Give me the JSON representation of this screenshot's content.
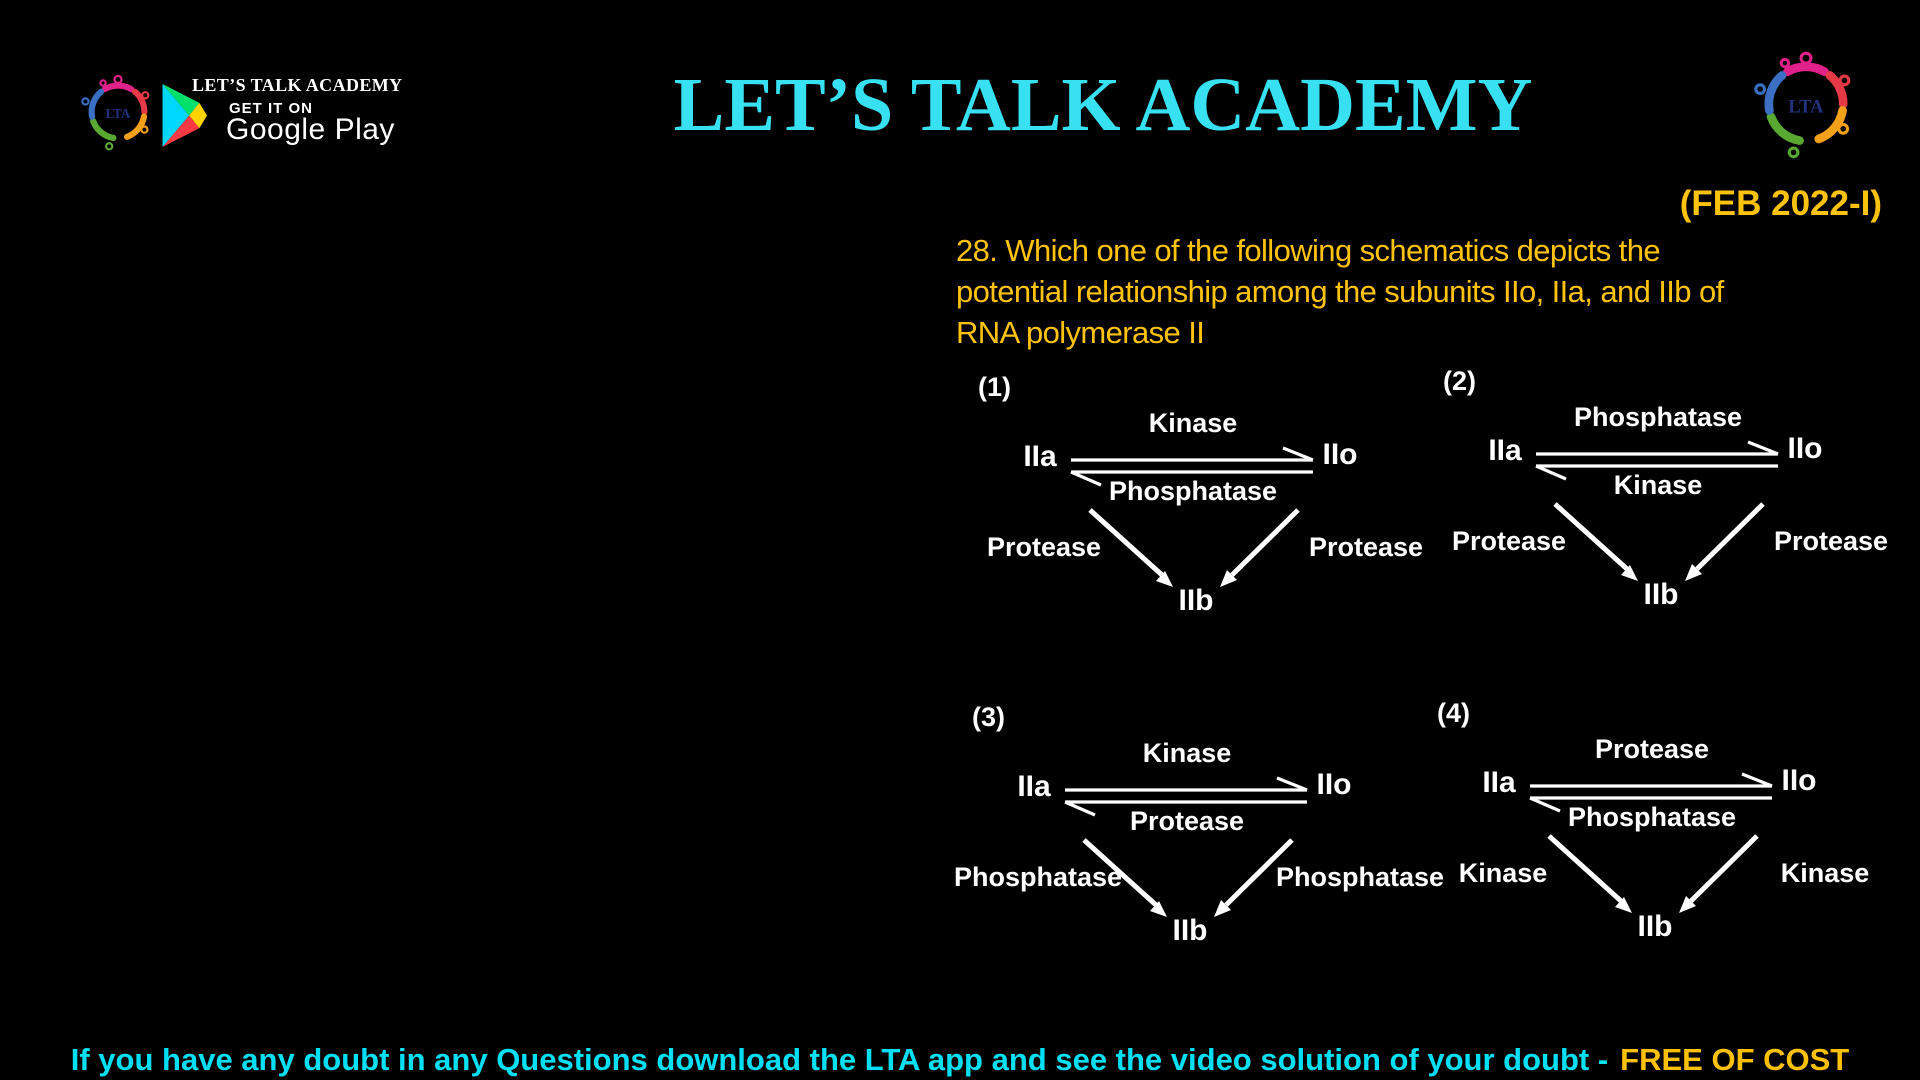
{
  "header": {
    "title": "LET’S TALK ACADEMY",
    "logo": {
      "text": "LTA"
    },
    "badge": {
      "academy_label": "LET’S TALK ACADEMY",
      "get_it_on": "GET IT ON",
      "store_name": "Google Play"
    }
  },
  "exam_tag": "(FEB 2022-I)",
  "question": {
    "lines": [
      "28. Which one of the following schematics depicts the",
      "potential relationship among the subunits IIo, IIa, and IIb of",
      "RNA polymerase II"
    ]
  },
  "diagrams": [
    {
      "number": "(1)",
      "node_left": "IIa",
      "node_right": "IIo",
      "node_bottom": "IIb",
      "enzyme_top": "Kinase",
      "enzyme_bottom": "Phosphatase",
      "enzyme_left_diagonal": "Protease",
      "enzyme_right_diagonal": "Protease"
    },
    {
      "number": "(2)",
      "node_left": "IIa",
      "node_right": "IIo",
      "node_bottom": "IIb",
      "enzyme_top": "Phosphatase",
      "enzyme_bottom": "Kinase",
      "enzyme_left_diagonal": "Protease",
      "enzyme_right_diagonal": "Protease"
    },
    {
      "number": "(3)",
      "node_left": "IIa",
      "node_right": "IIo",
      "node_bottom": "IIb",
      "enzyme_top": "Kinase",
      "enzyme_bottom": "Protease",
      "enzyme_left_diagonal": "Phosphatase",
      "enzyme_right_diagonal": "Phosphatase"
    },
    {
      "number": "(4)",
      "node_left": "IIa",
      "node_right": "IIo",
      "node_bottom": "IIb",
      "enzyme_top": "Protease",
      "enzyme_bottom": "Phosphatase",
      "enzyme_left_diagonal": "Kinase",
      "enzyme_right_diagonal": "Kinase"
    }
  ],
  "footer": {
    "message": "If you have any doubt in any Questions download the LTA app and see the video solution of your doubt -",
    "highlight": "FREE OF COST"
  },
  "colors": {
    "background": "#000000",
    "title_cyan": "#38e1f2",
    "question_yellow": "#ffc30e",
    "footer_cyan": "#00e0f5",
    "highlight_yellow": "#ffc107",
    "diagram_white": "#ffffff"
  }
}
